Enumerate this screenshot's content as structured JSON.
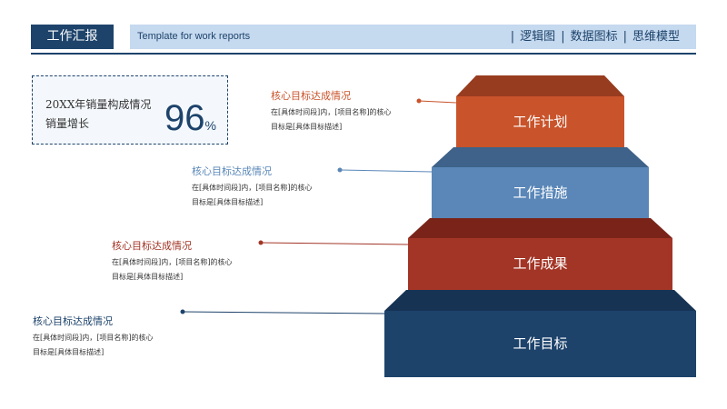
{
  "header": {
    "title": "工作汇报",
    "subtitle": "Template for work reports",
    "nav": [
      "逻辑图",
      "数据图标",
      "思维模型"
    ]
  },
  "stat": {
    "line1": "20XX年销量构成情况",
    "line2": "销量增长",
    "value": "96",
    "unit": "%"
  },
  "steps": [
    {
      "label": "工作计划",
      "title": "核心目标达成情况",
      "desc1": "在[具体时间段]内，[项目名称]的核心",
      "desc2": "目标是[具体目标描述]",
      "color": "#c9532a",
      "top_color": "#983c1f"
    },
    {
      "label": "工作措施",
      "title": "核心目标达成情况",
      "desc1": "在[具体时间段]内，[项目名称]的核心",
      "desc2": "目标是[具体目标描述]",
      "color": "#5a87b8",
      "top_color": "#3e6289"
    },
    {
      "label": "工作成果",
      "title": "核心目标达成情况",
      "desc1": "在[具体时间段]内，[项目名称]的核心",
      "desc2": "目标是[具体目标描述]",
      "color": "#a33526",
      "top_color": "#7a2419"
    },
    {
      "label": "工作目标",
      "title": "核心目标达成情况",
      "desc1": "在[具体时间段]内，[项目名称]的核心",
      "desc2": "目标是[具体目标描述]",
      "color": "#1d436b",
      "top_color": "#163354"
    }
  ]
}
